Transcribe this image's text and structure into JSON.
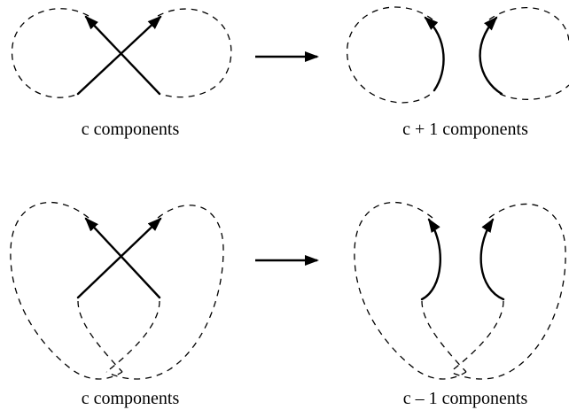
{
  "panels": {
    "top_left": {
      "caption": "c components"
    },
    "top_right": {
      "caption": "c + 1 components"
    },
    "bottom_left": {
      "caption": "c components"
    },
    "bottom_right": {
      "caption": "c – 1 components"
    }
  },
  "colors": {
    "stroke": "#000000",
    "background": "#ffffff"
  }
}
